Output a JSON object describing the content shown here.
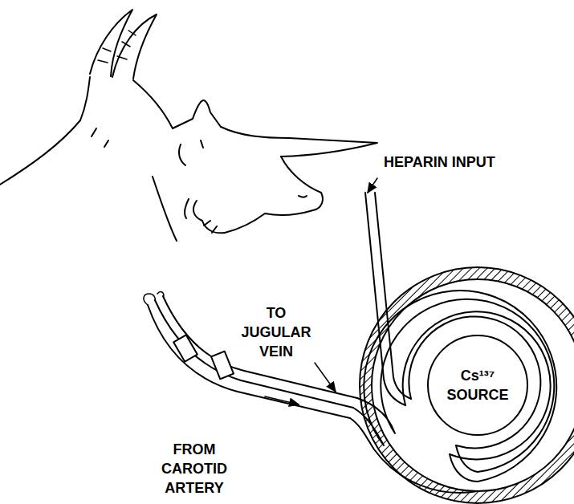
{
  "diagram": {
    "nodes": [
      {
        "text": [
          "Cs¹³⁷ SOURCE"
        ]
      }
    ],
    "labels": [
      "HEPARIN INPUT",
      "TO JUGULAR VEIN",
      "FROM CAROTID ARTERY"
    ]
  }
}
